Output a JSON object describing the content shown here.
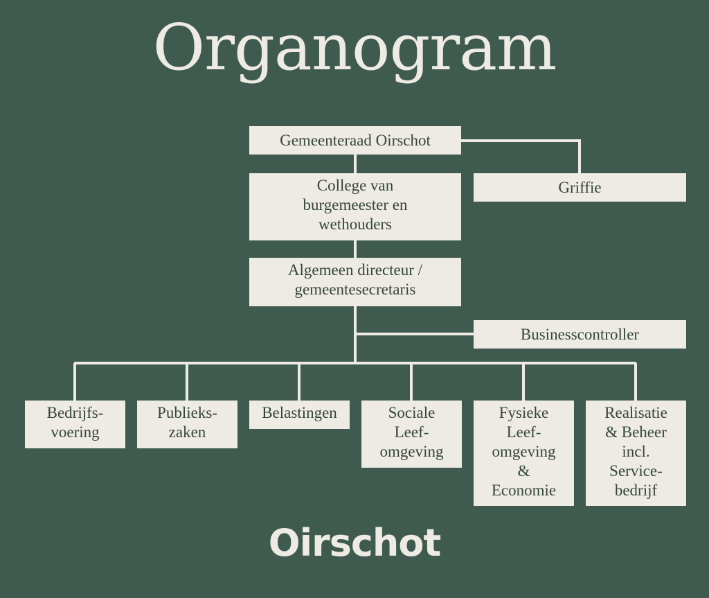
{
  "title": "Organogram",
  "colors": {
    "background": "#3f5b4f",
    "box": "#eeebe4",
    "text": "#35453d",
    "line": "#eeebe4"
  },
  "boxes": {
    "gemeenteraad": "Gemeenteraad Oirschot",
    "griffie": "Griffie",
    "college": "College van\nburgemeester en\nwethouders",
    "directeur": "Algemeen directeur /\ngemeentesecretaris",
    "businesscontroller": "Businesscontroller",
    "departments": [
      "Bedrijfs-\nvoering",
      "Publieks-\nzaken",
      "Belastingen",
      "Sociale\nLeef-\nomgeving",
      "Fysieke\nLeef-\nomgeving\n&\nEconomie",
      "Realisatie\n& Beheer\nincl.\nService-\nbedrijf"
    ]
  },
  "logo": "Oirschot"
}
